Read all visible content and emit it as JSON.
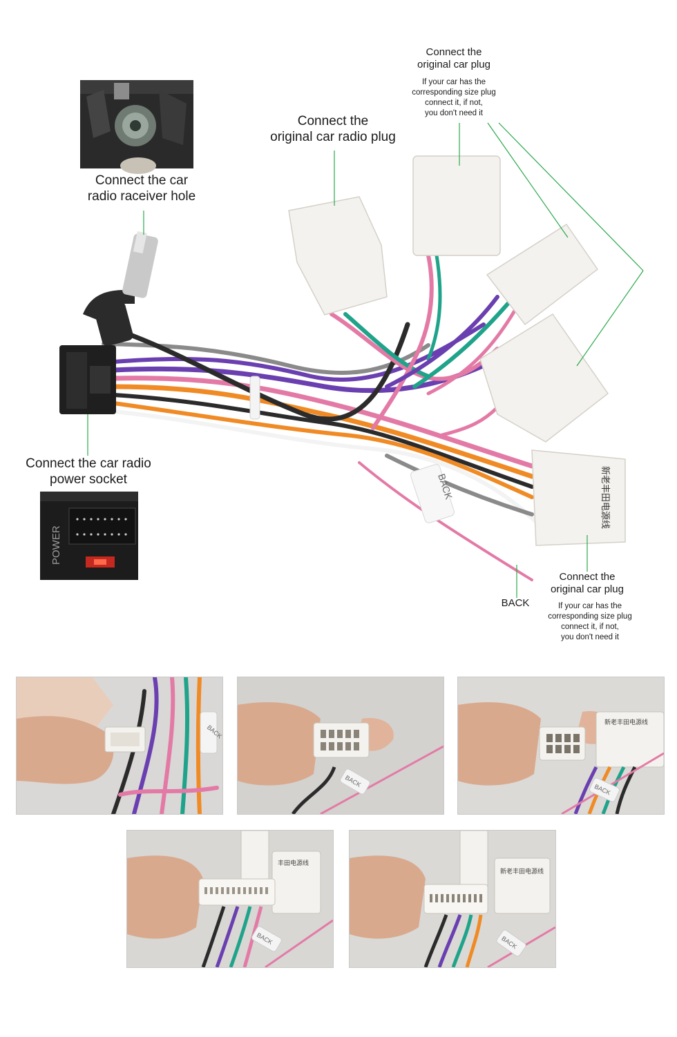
{
  "labels": {
    "receiver_hole": [
      "Connect the  car",
      "radio raceiver hole"
    ],
    "radio_plug": [
      "Connect the",
      "original car radio plug"
    ],
    "top_plug": [
      "Connect the",
      "original car plug"
    ],
    "top_plug_note": [
      "If your car has the",
      "corresponding size plug",
      "connect it, if not,",
      "you don't need it"
    ],
    "power_socket": [
      "Connect the car radio",
      "power socket"
    ],
    "bottom_plug": [
      "Connect the",
      "original car plug"
    ],
    "bottom_plug_note": [
      "If your car has the",
      "corresponding size plug",
      "connect it, if not,",
      "you don't need it"
    ],
    "back_wire": "BACK",
    "back_tag": "BACK",
    "connector_sticker": "新老丰田电源线",
    "power_panel": "POWER"
  },
  "photos": [
    {
      "name": "photo-connector-1",
      "tag": "BACK"
    },
    {
      "name": "photo-connector-2",
      "tag": "BACK"
    },
    {
      "name": "photo-connector-3",
      "tag": "BACK",
      "sticker": "新老丰田电源线"
    },
    {
      "name": "photo-connector-4",
      "tag": "BACK",
      "sticker": "丰田电源线"
    },
    {
      "name": "photo-connector-5",
      "tag": "BACK",
      "sticker": "新老丰田电源线"
    }
  ],
  "colors": {
    "leader_line": "#2aa84a",
    "wire_purple": "#6a3fb0",
    "wire_pink": "#e37aa6",
    "wire_orange": "#f08a24",
    "wire_black": "#2b2b2b",
    "wire_teal": "#1fa38a",
    "wire_white": "#f2f2f2",
    "wire_gray": "#8a8a8a",
    "connector_white": "#f4f2ee"
  }
}
